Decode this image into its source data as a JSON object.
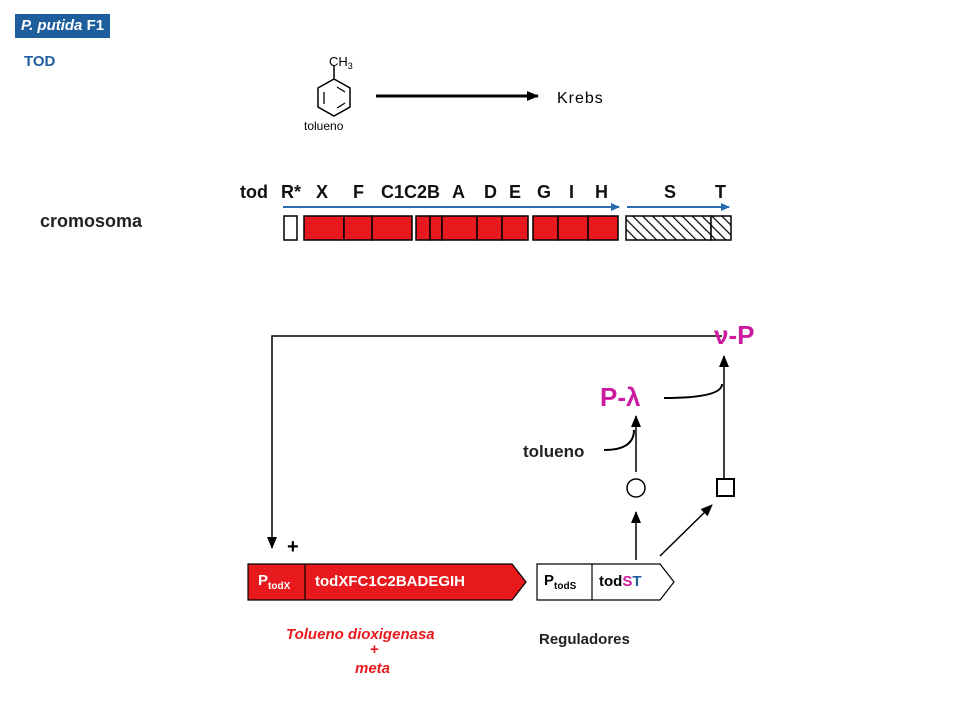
{
  "badge": {
    "organism": "P. putida",
    "strain": "F1"
  },
  "pathway_label": "TOD",
  "reaction": {
    "substrate_formula": "CH",
    "substrate_subscript": "3",
    "substrate_name": "tolueno",
    "product": "Krebs"
  },
  "chromosome": {
    "label": "cromosoma",
    "genes": [
      "tod",
      "R*",
      "X",
      "F",
      "C1C2B",
      "A",
      "D",
      "E",
      "G",
      "I",
      "H",
      "S",
      "T"
    ]
  },
  "regulation": {
    "phospho_v": "ν-P",
    "phospho_lambda": "P-λ",
    "inducer": "tolueno",
    "plus": "+"
  },
  "operon_todX": {
    "promoter": "P",
    "promoter_sub": "todX",
    "genes": "todXFC1C2BADEGIH",
    "caption_line1": "Tolueno dioxigenasa",
    "caption_line2": "+",
    "caption_line3": "meta"
  },
  "operon_todS": {
    "promoter": "P",
    "promoter_sub": "todS",
    "genes_prefix": "tod",
    "gene_S": "S",
    "gene_T": "T",
    "caption": "Reguladores"
  },
  "colors": {
    "badge": "#1f5e9c",
    "operon_red": "#e8191c",
    "arrow_blue": "#2a6bb0",
    "magenta": "#cc1a9e",
    "gene_S": "#cc1a9e",
    "gene_T": "#1f5e9c"
  }
}
